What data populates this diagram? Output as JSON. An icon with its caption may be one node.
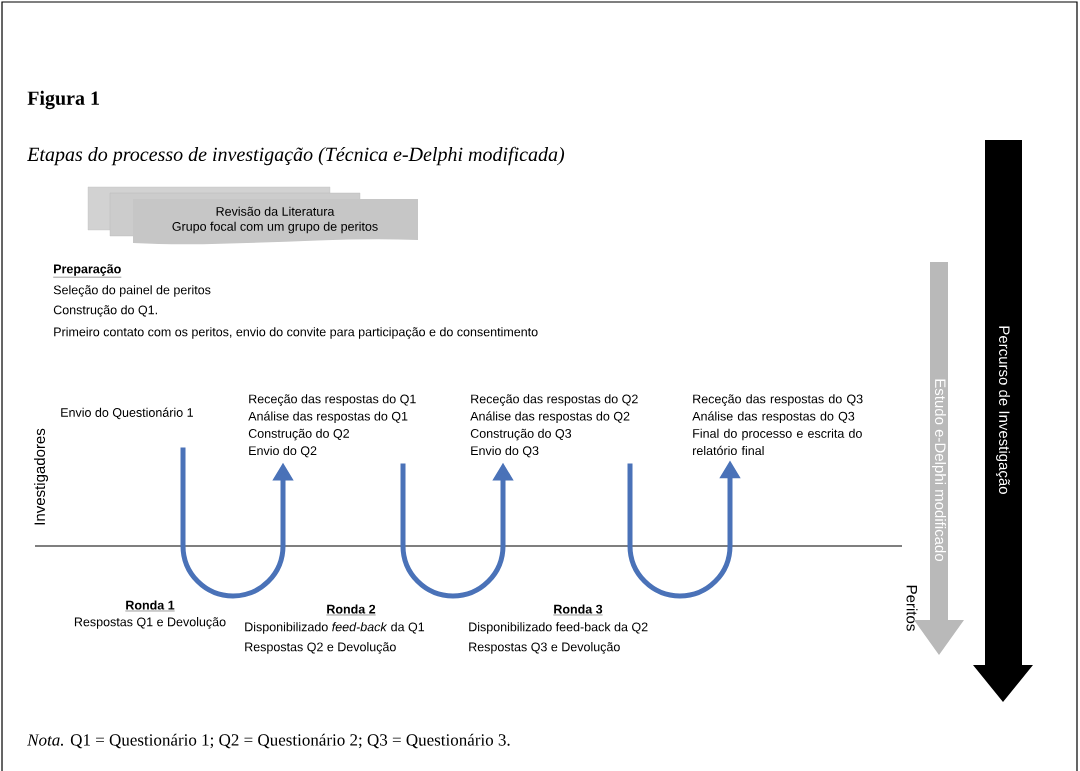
{
  "diagram": {
    "title": "Figura 1",
    "caption": "*Nota.* Q1 = Questionário 1; Q2 = Questionário 2; Q3 = Questionário 3.",
    "nodes": [
      {
        "text": [
          "Revisão da Literatura",
          "Grupo focal com um grupo de peritos"
        ]
      },
      {
        "text": [
          "Envio do Questionário 1"
        ]
      },
      {
        "text": [
          "Receção das respostas do Q1",
          "Análise das respostas do Q1",
          "Construção do Q2",
          "Envio do Q2"
        ]
      },
      {
        "text": [
          "Receção das respostas do Q2",
          "Análise das respostas do Q2",
          "Construção do Q3",
          "Envio do Q3"
        ]
      },
      {
        "text": [
          "Receção das respostas do Q3",
          "Análise das respostas do Q3",
          "Final do processo e escrita do relatório final"
        ]
      },
      {
        "text": [
          "Percurso de Investigação"
        ]
      },
      {
        "text": [
          "Estudo e-Delphi modificado"
        ]
      }
    ],
    "edges": [
      {
        "from": 1,
        "to": 2,
        "arrow": "to"
      },
      {
        "from": 2,
        "to": 3,
        "arrow": "to"
      },
      {
        "from": 3,
        "to": 4,
        "arrow": "to"
      }
    ],
    "labels": [
      "Etapas do processo de investigação (Técnica e-Delphi modificada)",
      "Preparação",
      "Seleção do painel de peritos",
      "Construção do Q1.",
      "Primeiro contato com os peritos, envio do convite para participação e do consentimento",
      "Investigadores",
      "Peritos",
      "Ronda 1",
      "Respostas Q1 e Devolução",
      "Ronda 2",
      "Disponibilizado *feed-back* da Q1",
      "Respostas Q2 e Devolução",
      "Ronda 3",
      "Disponibilizado feed-back da Q2",
      "Respostas Q3 e Devolução"
    ]
  }
}
